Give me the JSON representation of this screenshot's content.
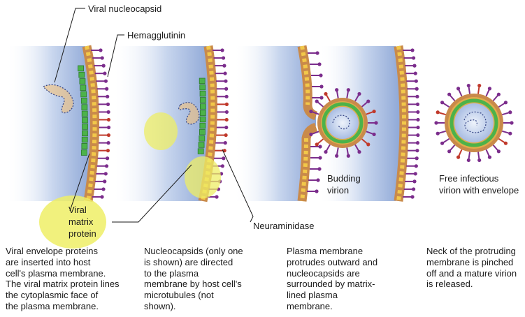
{
  "labels": {
    "viral_nucleocapsid": "Viral nucleocapsid",
    "hemagglutinin": "Hemagglutinin",
    "viral_matrix_protein": [
      "Viral",
      "matrix",
      "protein"
    ],
    "neuraminidase": "Neuraminidase",
    "budding_virion": [
      "Budding",
      "virion"
    ],
    "free_virion": [
      "Free infectious",
      "virion with envelope"
    ]
  },
  "captions": [
    "Viral envelope proteins\nare inserted into host\ncell's plasma membrane.\nThe viral matrix protein lines\nthe cytoplasmic face of\nthe plasma membrane.",
    "Nucleocapsids (only one\nis shown) are directed\nto the plasma\nmembrane by host cell's\nmicrotubules (not\nshown).",
    "Plasma membrane\nprotrudes outward and\nnucleocapsids are\nsurrounded by matrix-\nlined plasma\nmembrane.",
    "Neck of the protruding\nmembrane is pinched\noff and a mature virion\nis released."
  ],
  "colors": {
    "cytoplasm": "#9fb6de",
    "membrane": "#c98a4a",
    "membrane_dots": "#f2c84a",
    "hemagglutinin": "#7b2d8c",
    "neuraminidase": "#c0392b",
    "matrix_protein": "#4cb24a",
    "highlight": "#eeee66",
    "nucleocapsid": "#f3c27a"
  }
}
